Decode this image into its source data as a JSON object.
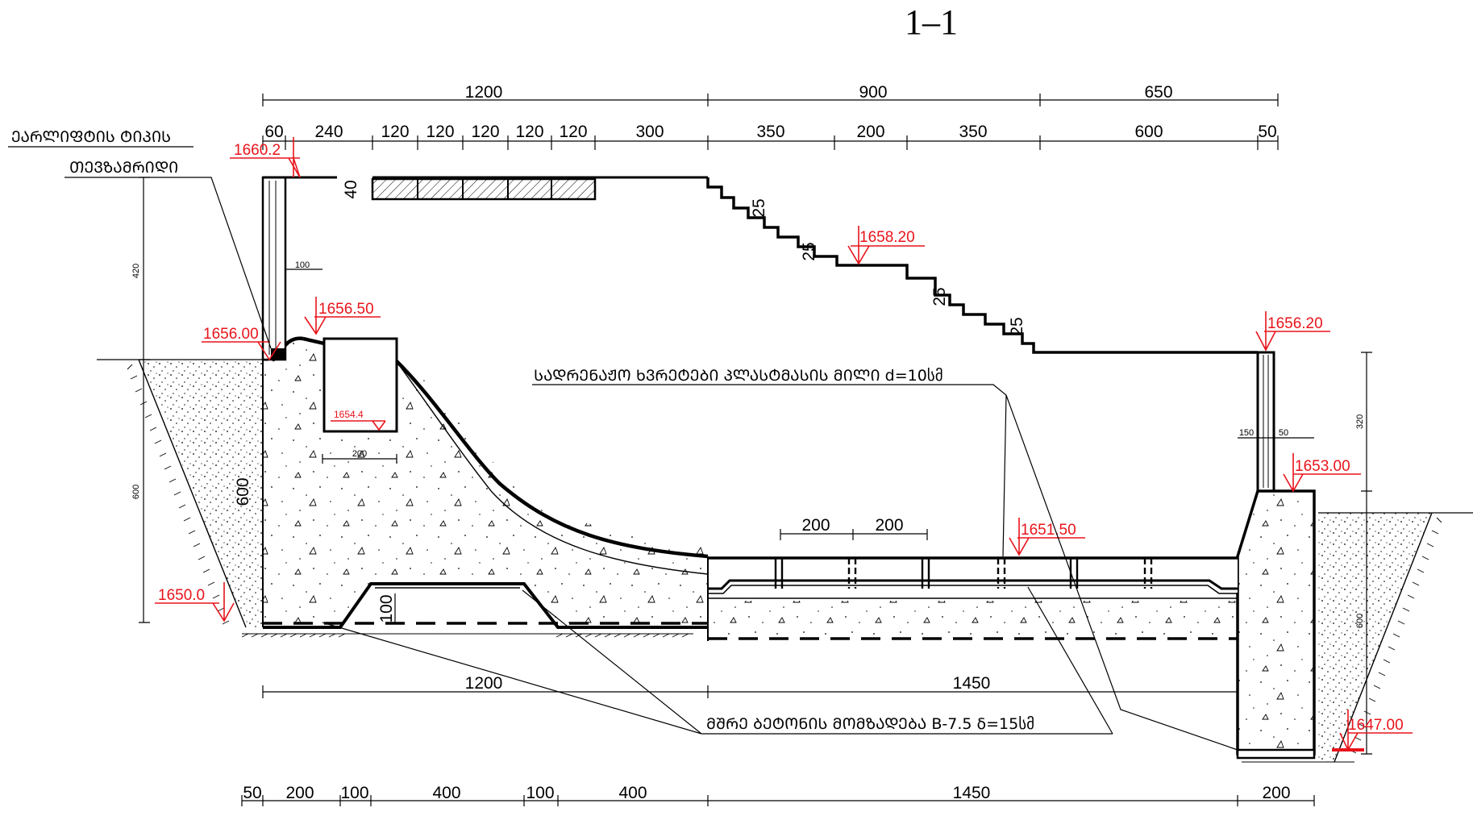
{
  "title": "1–1",
  "labels": {
    "chute_type": "ᲔᲐᲠᲚᲘᲤᲢᲘᲡ ᲢᲘᲞᲘᲡ",
    "chute_type2": "ᲗᲔᲕᲖᲐᲛᲠᲘᲓᲘ",
    "drain_holes": "ᲡᲐᲓᲠᲔᲜᲐᲟᲝ ᲮᲕᲠᲔᲢᲔᲑᲘ ᲞᲚᲐᲡᲢᲛᲐᲡᲘᲡ ᲛᲘᲚᲘ d=10სმ",
    "concrete_prep": "ᲛᲨᲠᲔ ᲑᲔᲢᲝᲜᲘᲡ ᲛᲝᲛᲖᲐᲓᲔᲑᲐ B-7.5   δ=15სმ"
  },
  "elevations": {
    "e1660": "1660.2",
    "e1656": "1656.00",
    "e1656_5": "1656.50",
    "e1654_4": "1654.4",
    "e1650": "1650.0",
    "e1658": "1658.20",
    "e1656_2": "1656.20",
    "e1653": "1653.00",
    "e1651": "1651.50",
    "e1647": "1647.00"
  },
  "dims": {
    "top": [
      "1200",
      "900",
      "650"
    ],
    "second": [
      "60",
      "240",
      "120",
      "120",
      "120",
      "120",
      "120",
      "300",
      "350",
      "200",
      "350",
      "600",
      "50"
    ],
    "left_vert": [
      "420",
      "600"
    ],
    "step": "40",
    "steps": [
      "25",
      "25",
      "25",
      "25"
    ],
    "small_100": "100",
    "small_200": "200",
    "wall_600": "600",
    "key_100": "100",
    "slab": [
      "200",
      "200"
    ],
    "mid": [
      "1200",
      "1450"
    ],
    "bottom": [
      "50",
      "200",
      "100",
      "400",
      "100",
      "400",
      "1450",
      "200"
    ],
    "right_vert": [
      "320",
      "600"
    ],
    "right_small": [
      "150",
      "50"
    ]
  }
}
